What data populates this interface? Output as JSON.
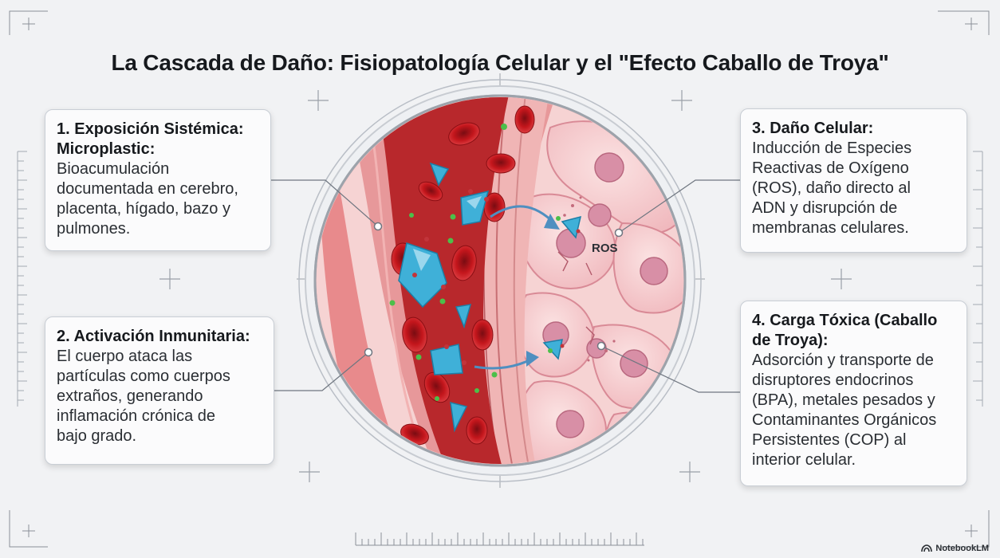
{
  "title": "La Cascada de Daño: Fisiopatología Celular y el \"Efecto Caballo de Troya\"",
  "cards": {
    "exposicion": {
      "heading": [
        "1. Exposición Sistémica:",
        "Microplastic:"
      ],
      "body": [
        "Bioacumulación",
        "documentada en cerebro,",
        "placenta, hígado, bazo y",
        "pulmones."
      ]
    },
    "inmunitaria": {
      "heading": [
        "2. Activación Inmunitaria:"
      ],
      "body": [
        "El cuerpo ataca las",
        "partículas como cuerpos",
        "extraños, generando",
        "inflamación crónica de",
        "bajo grado."
      ]
    },
    "celular": {
      "heading": [
        "3. Daño Celular:"
      ],
      "body": [
        "Inducción de Especies",
        "Reactivas de Oxígeno",
        "(ROS), daño directo al",
        "ADN y disrupción de",
        "membranas celulares."
      ]
    },
    "toxica": {
      "heading": [
        "4. Carga Tóxica (Caballo",
        "de Troya):"
      ],
      "body": [
        "Adsorción y transporte de",
        "disruptores endocrinos",
        "(BPA), metales pesados y",
        "Contaminantes Orgánicos",
        "Persistentes (COP) al",
        "interior celular."
      ]
    }
  },
  "diagram_label_ros": "ROS",
  "brand": "NotebookLM",
  "colors": {
    "background": "#f1f2f4",
    "vessel_lumen": "#b8282c",
    "vessel_wall": "#e88a8c",
    "tissue": "#f4c8c8",
    "cell_nucleus": "#d98aa0",
    "microplastic": "#3fb0d8",
    "red_blood_cell": "#c4161c",
    "arrow": "#4f8fc0"
  },
  "icons": [
    "crosshair-icon",
    "microplastic-particle-icon",
    "red-blood-cell-icon",
    "notebooklm-logo-icon"
  ]
}
